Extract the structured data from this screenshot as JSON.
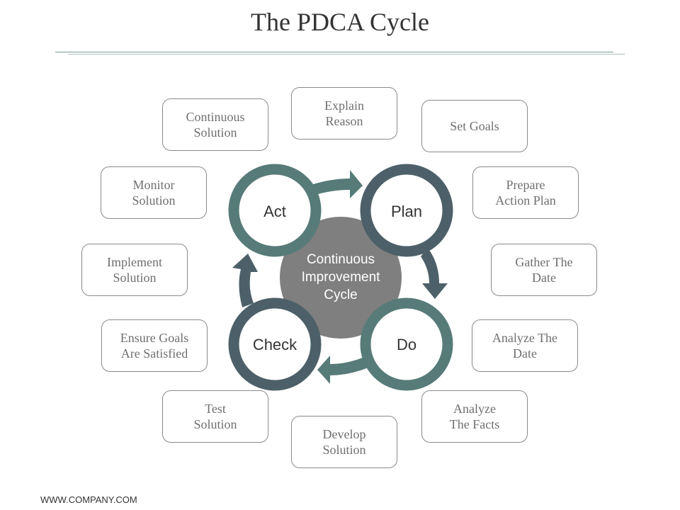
{
  "title": "The PDCA Cycle",
  "center": {
    "label": "Continuous\nImprovement\nCycle"
  },
  "stages": {
    "act": "Act",
    "plan": "Plan",
    "do": "Do",
    "check": "Check"
  },
  "steps": [
    "Explain\nReason",
    "Set Goals",
    "Prepare\nAction Plan",
    "Gather The\nDate",
    "Analyze The\nDate",
    "Analyze\nThe Facts",
    "Develop\nSolution",
    "Test\nSolution",
    "Ensure Goals\nAre Satisfied",
    "Implement\nSolution",
    "Monitor\nSolution",
    "Continuous\nSolution"
  ],
  "colors": {
    "teal": "#577b78",
    "slate": "#4d6069",
    "center_fill": "#7f7f7f"
  },
  "footer": "WWW.COMPANY.COM"
}
